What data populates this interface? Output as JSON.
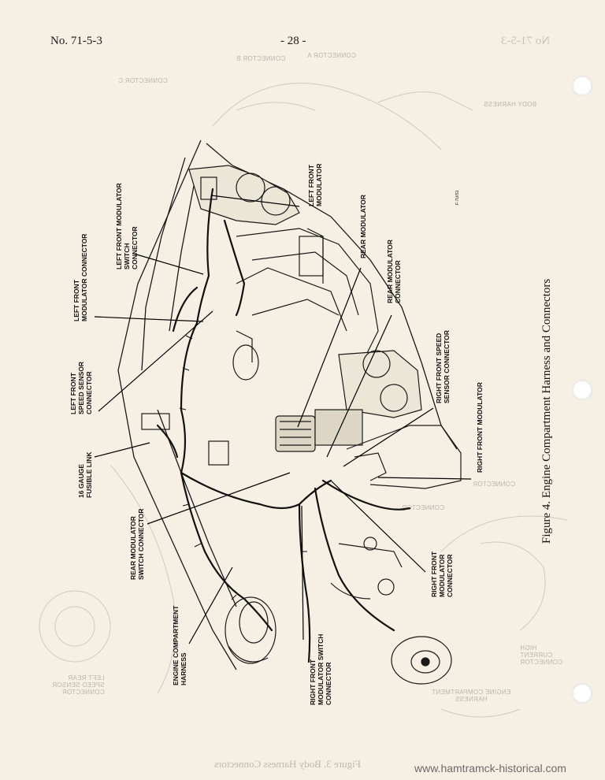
{
  "header": {
    "doc_number": "No. 71-5-3",
    "page_number": "- 28 -",
    "ghost_doc_number": "No 71-5-3"
  },
  "caption": "Figure 4.    Engine Compartment Harness and Connectors",
  "ghost_caption": "Figure 3.  Body Harness Connectors",
  "watermark": "www.hamtramck-historical.com",
  "part_code": "F-7U/S1",
  "labels": {
    "left_front_modulator": "LEFT FRONT\nMODULATOR",
    "left_front_modulator_switch_connector": "LEFT FRONT MODULATOR\nSWITCH\nCONNECTOR",
    "left_front_modulator_connector": "LEFT FRONT\nMODULATOR CONNECTOR",
    "left_front_speed_sensor_connector": "LEFT FRONT\nSPEED SENSOR\nCONNECTOR",
    "fusible_link": "16 GAUGE\nFUSIBLE LINK",
    "rear_modulator_switch_connector": "REAR MODULATOR\nSWITCH CONNECTOR",
    "engine_compartment_harness": "ENGINE COMPARTMENT\nHARNESS",
    "right_front_modulator_switch_connector": "RIGHT FRONT\nMODULATOR SWITCH\nCONNECTOR",
    "rear_modulator": "REAR MODULATOR",
    "rear_modulator_connector": "REAR MODULATOR\nCONNECTOR",
    "right_front_speed_sensor_connector": "RIGHT FRONT SPEED\nSENSOR CONNECTOR",
    "right_front_modulator": "RIGHT FRONT MODULATOR",
    "right_front_modulator_connector": "RIGHT FRONT\nMODULATOR\nCONNECTOR"
  },
  "ghost_labels": {
    "connector_a": "CONNECTOR A",
    "connector_b": "CONNECTOR B",
    "connector_c": "CONNECTOR C",
    "body_harness": "BODY HARNESS",
    "connector_1": "CONNECTOR",
    "connector_2": "CONNECTOR",
    "high_current_connector": "HIGH\nCURRENT\nCONNECTOR",
    "left_rear_speed_sensor": "LEFT REAR\nSPEED SENSOR\nCONNECTOR",
    "engine_compartment_harness": "ENGINE COMPARTMENT\nHARNESS"
  }
}
